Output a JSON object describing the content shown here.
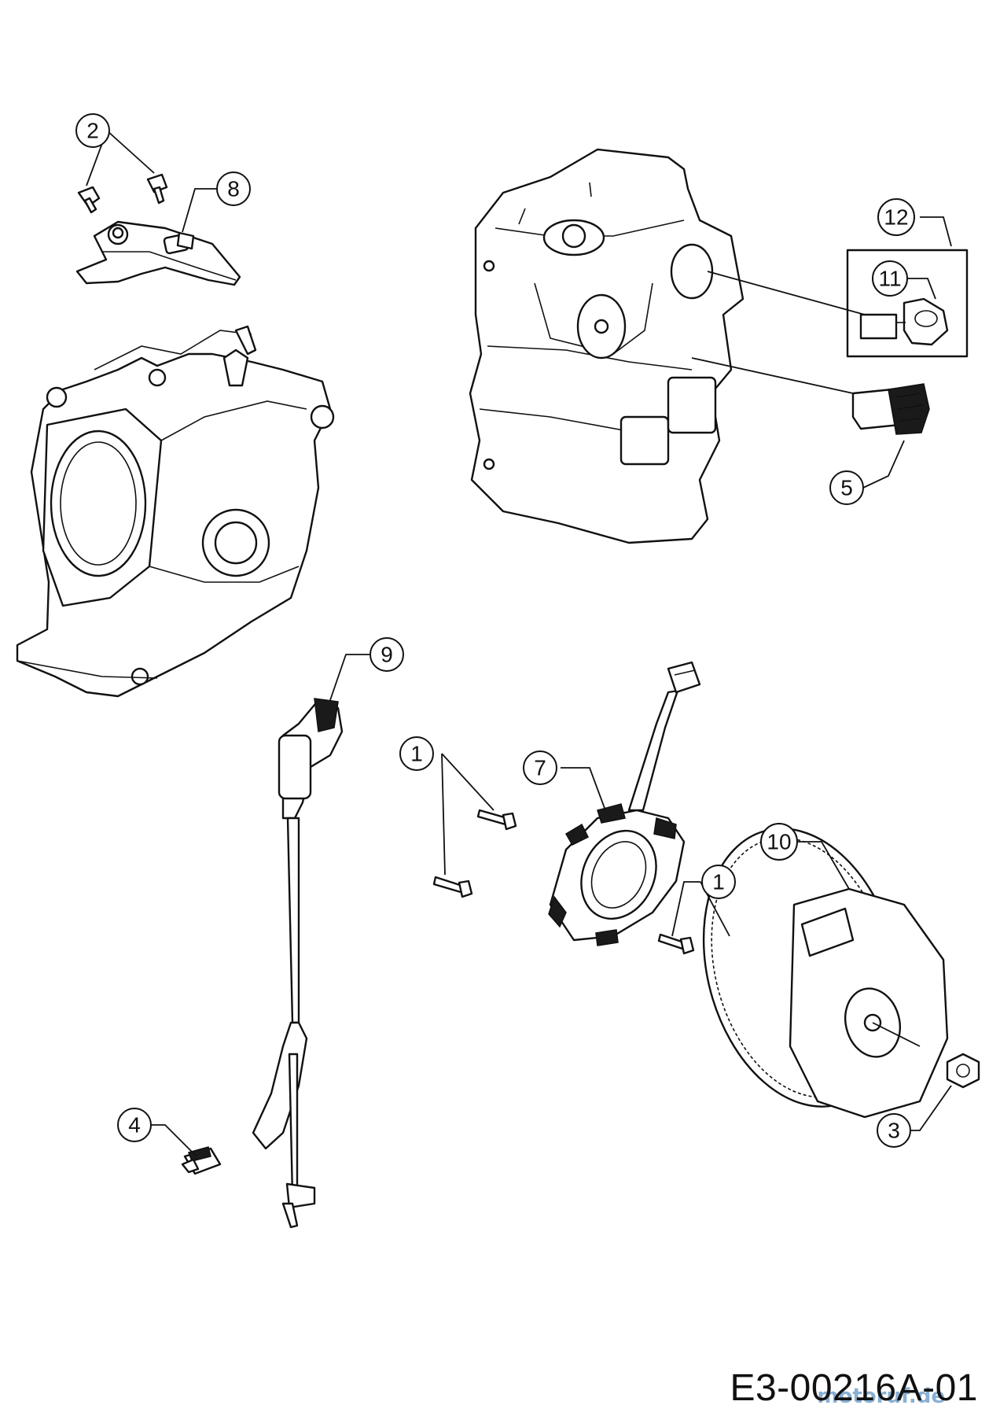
{
  "diagram": {
    "callouts": [
      {
        "id": "c2",
        "label": "2"
      },
      {
        "id": "c8",
        "label": "8"
      },
      {
        "id": "c12",
        "label": "12"
      },
      {
        "id": "c11",
        "label": "11"
      },
      {
        "id": "c5",
        "label": "5"
      },
      {
        "id": "c9",
        "label": "9"
      },
      {
        "id": "c1a",
        "label": "1"
      },
      {
        "id": "c7",
        "label": "7"
      },
      {
        "id": "c1b",
        "label": "1"
      },
      {
        "id": "c10",
        "label": "10"
      },
      {
        "id": "c4",
        "label": "4"
      },
      {
        "id": "c3",
        "label": "3"
      }
    ],
    "drawing_code": "E3-00216A-01",
    "watermark": "motoruf.de"
  }
}
